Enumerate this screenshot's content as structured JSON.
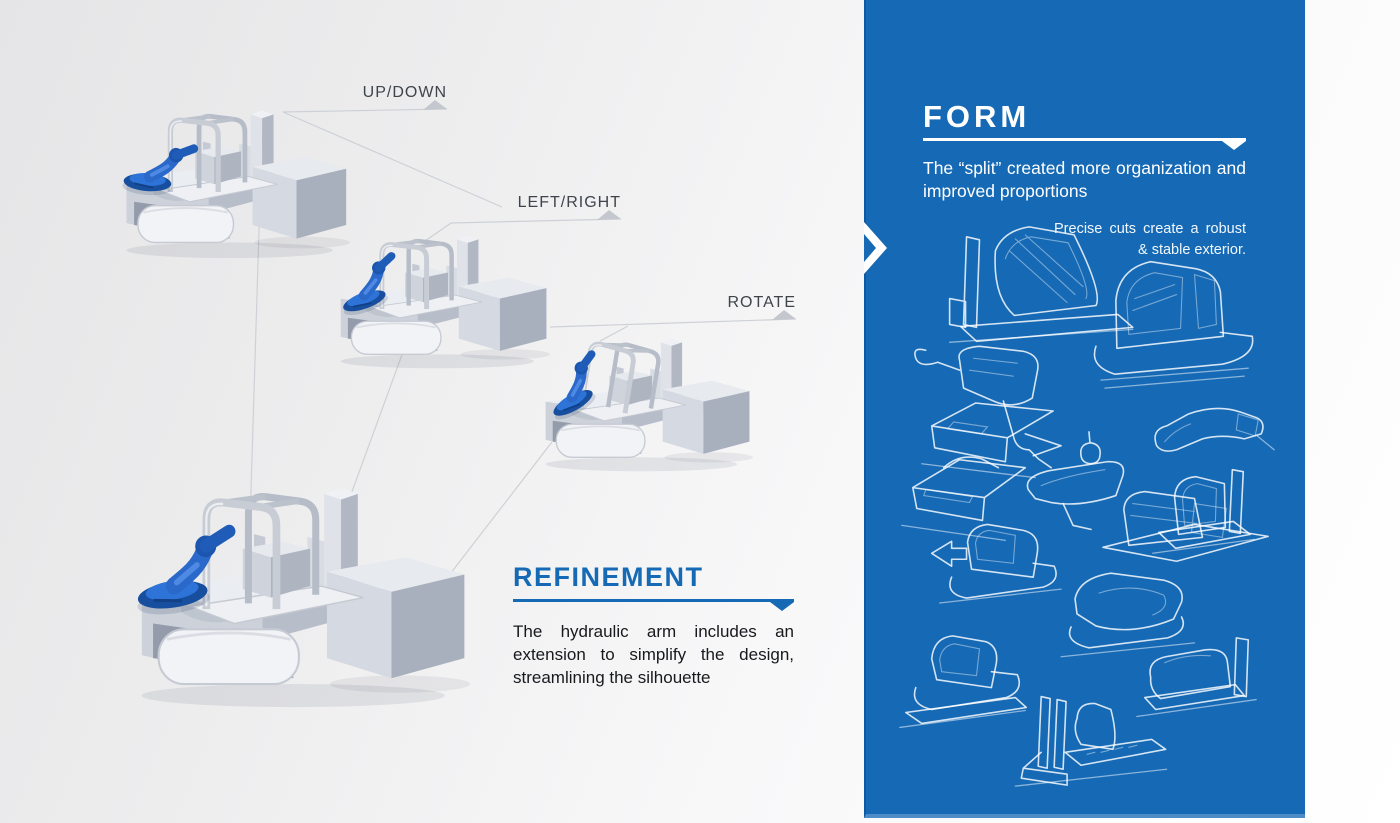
{
  "colors": {
    "panel_blue": "#1569b5",
    "accent_blue": "#1569b5",
    "arm_blue": "#2a68ca",
    "label_text": "#3f444b",
    "body_text": "#17191d",
    "leader_line_gray": "#cdd1d6"
  },
  "motion_labels": [
    {
      "id": "up-down",
      "text": "UP/DOWN"
    },
    {
      "id": "left-right",
      "text": "LEFT/RIGHT"
    },
    {
      "id": "rotate",
      "text": "ROTATE"
    }
  ],
  "refinement": {
    "title": "REFINEMENT",
    "body": "The hydraulic arm includes an extension to simplify the design, streamlining the silhouette"
  },
  "form_panel": {
    "title": "FORM",
    "subtitle": "The “split” created more organization and improved proportions",
    "note": "Precise cuts create a robust & stable exterior."
  }
}
